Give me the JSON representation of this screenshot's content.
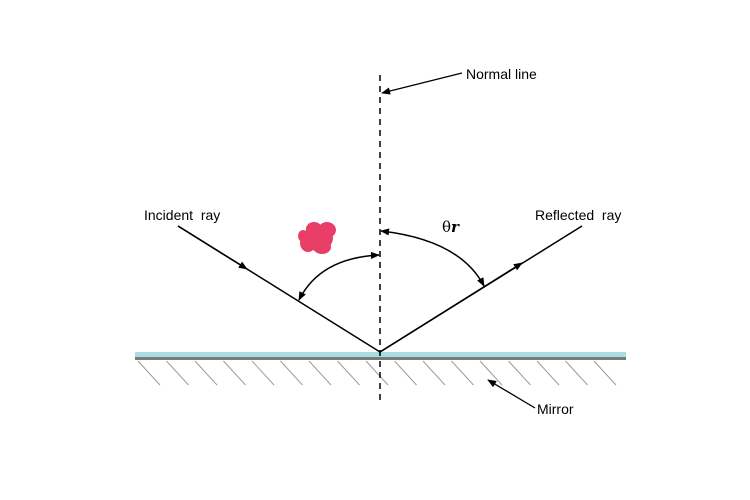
{
  "labels": {
    "normal_line": "Normal line",
    "incident_ray": "Incident  ray",
    "reflected_ray": "Reflected  ray",
    "mirror": "Mirror",
    "theta_symbol": "θ",
    "theta_subscript": "r"
  },
  "colors": {
    "mirror_surface": "#a8dde4",
    "mirror_base": "#7a7a7a",
    "hatch": "#9a9a9a",
    "blot": "#e83e68",
    "lines": "#000000"
  }
}
